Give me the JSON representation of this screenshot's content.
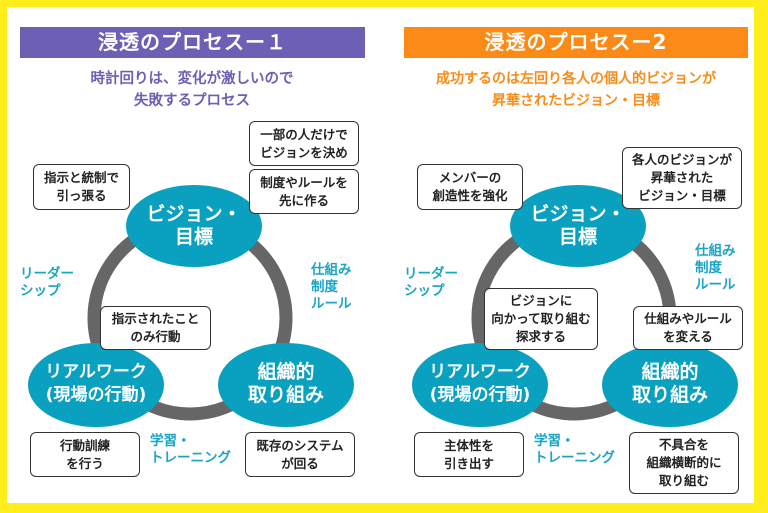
{
  "colors": {
    "frame": "#ffee1c",
    "panel1_accent": "#6d5fb4",
    "panel2_accent": "#fb8b16",
    "node_fill": "#0aa1c0",
    "cycle_ring": "#666666",
    "caption": "#1aa5c6"
  },
  "panels": [
    {
      "title": "浸透のプロセスー１",
      "subtitle": "時計回りは、変化が激しいので\n失敗するプロセス",
      "nodes": {
        "vision": "ビジョン・\n目標",
        "realwork": "リアルワーク\n(現場の行動)",
        "organization": "組織的\n取り組み"
      },
      "captions": {
        "leadership": "リーダー\nシップ",
        "system": "仕組み\n制度\nルール",
        "learning": "学習・\nトレーニング"
      },
      "boxes": {
        "top_left": "指示と統制で\n引っ張る",
        "top_right_1": "一部の人だけで\nビジョンを決め",
        "top_right_2": "制度やルールを\n先に作る",
        "center": "指示されたこと\nのみ行動",
        "bottom_left": "行動訓練\nを行う",
        "bottom_right": "既存のシステム\nが回る"
      }
    },
    {
      "title": "浸透のプロセスー2",
      "subtitle": "成功するのは左回り各人の個人的ビジョンが\n昇華されたビジョン・目標",
      "nodes": {
        "vision": "ビジョン・\n目標",
        "realwork": "リアルワーク\n(現場の行動)",
        "organization": "組織的\n取り組み"
      },
      "captions": {
        "leadership": "リーダー\nシップ",
        "system": "仕組み\n制度\nルール",
        "learning": "学習・\nトレーニング"
      },
      "boxes": {
        "top_left": "メンバーの\n創造性を強化",
        "top_right": "各人のビジョンが\n昇華された\nビジョン・目標",
        "center": "ビジョンに\n向かって取り組む\n探求する",
        "center_right": "仕組みやルール\nを変える",
        "bottom_left": "主体性を\n引き出す",
        "bottom_right": "不具合を\n組織横断的に\n取り組む"
      }
    }
  ]
}
